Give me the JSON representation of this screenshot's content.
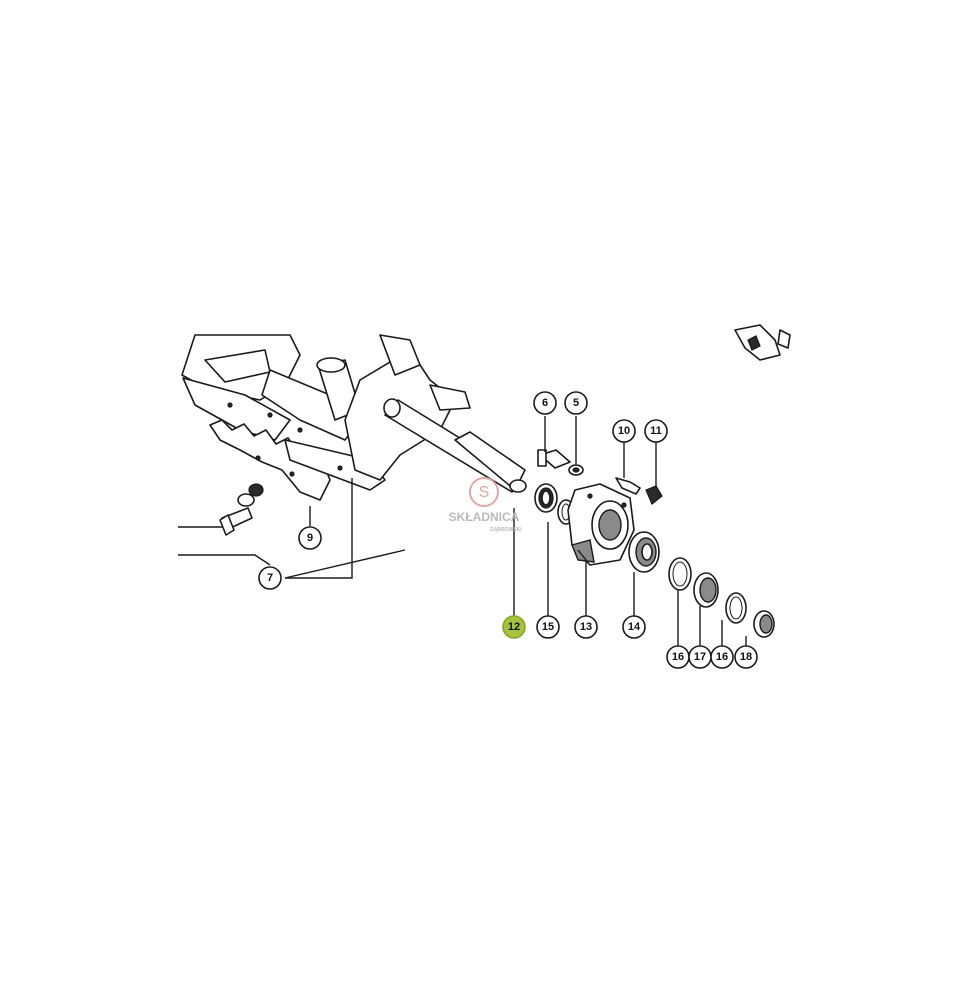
{
  "watermark": {
    "brand": "SKŁADNICA",
    "sub": "DĄBROWSKI",
    "color": "#e0a7a7"
  },
  "callouts": [
    {
      "id": "c6",
      "label": "6",
      "highlight": false
    },
    {
      "id": "c5",
      "label": "5",
      "highlight": false
    },
    {
      "id": "c10",
      "label": "10",
      "highlight": false
    },
    {
      "id": "c11",
      "label": "11",
      "highlight": false
    },
    {
      "id": "c9",
      "label": "9",
      "highlight": false
    },
    {
      "id": "c7",
      "label": "7",
      "highlight": false
    },
    {
      "id": "c12",
      "label": "12",
      "highlight": true
    },
    {
      "id": "c15",
      "label": "15",
      "highlight": false
    },
    {
      "id": "c13",
      "label": "13",
      "highlight": false
    },
    {
      "id": "c14",
      "label": "14",
      "highlight": false
    },
    {
      "id": "c16a",
      "label": "16",
      "highlight": false
    },
    {
      "id": "c17",
      "label": "17",
      "highlight": false
    },
    {
      "id": "c16b",
      "label": "16",
      "highlight": false
    },
    {
      "id": "c18",
      "label": "18",
      "highlight": false
    }
  ],
  "colors": {
    "highlight": "#a6c33b",
    "line": "#1a1a1a"
  }
}
